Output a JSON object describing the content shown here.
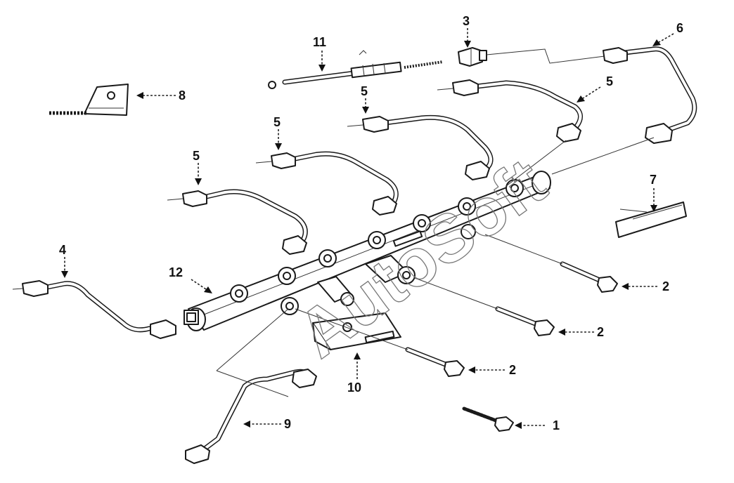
{
  "diagram": {
    "watermark": "AutoSoft",
    "callouts": [
      {
        "id": "callout-1",
        "label": "1"
      },
      {
        "id": "callout-2a",
        "label": "2"
      },
      {
        "id": "callout-2b",
        "label": "2"
      },
      {
        "id": "callout-2c",
        "label": "2"
      },
      {
        "id": "callout-3",
        "label": "3"
      },
      {
        "id": "callout-4",
        "label": "4"
      },
      {
        "id": "callout-5a",
        "label": "5"
      },
      {
        "id": "callout-5b",
        "label": "5"
      },
      {
        "id": "callout-5c",
        "label": "5"
      },
      {
        "id": "callout-5d",
        "label": "5"
      },
      {
        "id": "callout-6",
        "label": "6"
      },
      {
        "id": "callout-7",
        "label": "7"
      },
      {
        "id": "callout-8",
        "label": "8"
      },
      {
        "id": "callout-9",
        "label": "9"
      },
      {
        "id": "callout-10",
        "label": "10"
      },
      {
        "id": "callout-11",
        "label": "11"
      },
      {
        "id": "callout-12",
        "label": "12"
      }
    ],
    "colors": {
      "line": "#1a1a1a",
      "background": "#ffffff",
      "watermark": "#777777"
    }
  }
}
